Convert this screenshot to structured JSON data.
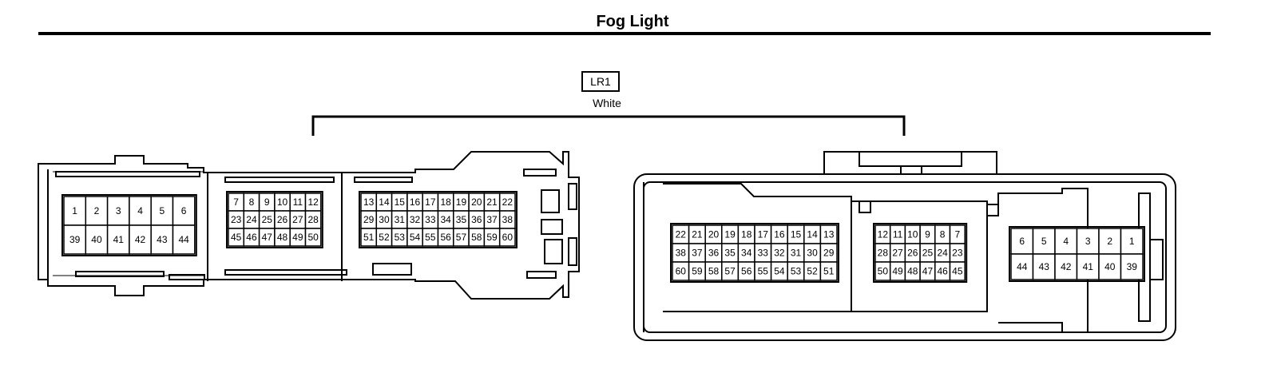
{
  "title": "Fog Light",
  "connector": {
    "name": "LR1",
    "color": "White"
  },
  "male_connector": {
    "cavities": [
      [
        "1",
        "2",
        "3",
        "4",
        "5",
        "6"
      ],
      [
        "39",
        "40",
        "41",
        "42",
        "43",
        "44"
      ],
      [
        "7",
        "8",
        "9",
        "10",
        "11",
        "12"
      ],
      [
        "23",
        "24",
        "25",
        "26",
        "27",
        "28"
      ],
      [
        "45",
        "46",
        "47",
        "48",
        "49",
        "50"
      ],
      [
        "13",
        "14",
        "15",
        "16",
        "17",
        "18",
        "19",
        "20",
        "21",
        "22"
      ],
      [
        "29",
        "30",
        "31",
        "32",
        "33",
        "34",
        "35",
        "36",
        "37",
        "38"
      ],
      [
        "51",
        "52",
        "53",
        "54",
        "55",
        "56",
        "57",
        "58",
        "59",
        "60"
      ]
    ]
  },
  "female_connector": {
    "cavities": [
      [
        "22",
        "21",
        "20",
        "19",
        "18",
        "17",
        "16",
        "15",
        "14",
        "13"
      ],
      [
        "38",
        "37",
        "36",
        "35",
        "34",
        "33",
        "32",
        "31",
        "30",
        "29"
      ],
      [
        "60",
        "59",
        "58",
        "57",
        "56",
        "55",
        "54",
        "53",
        "52",
        "51"
      ],
      [
        "12",
        "11",
        "10",
        "9",
        "8",
        "7"
      ],
      [
        "28",
        "27",
        "26",
        "25",
        "24",
        "23"
      ],
      [
        "50",
        "49",
        "48",
        "47",
        "46",
        "45"
      ],
      [
        "6",
        "5",
        "4",
        "3",
        "2",
        "1"
      ],
      [
        "44",
        "43",
        "42",
        "41",
        "40",
        "39"
      ]
    ]
  }
}
